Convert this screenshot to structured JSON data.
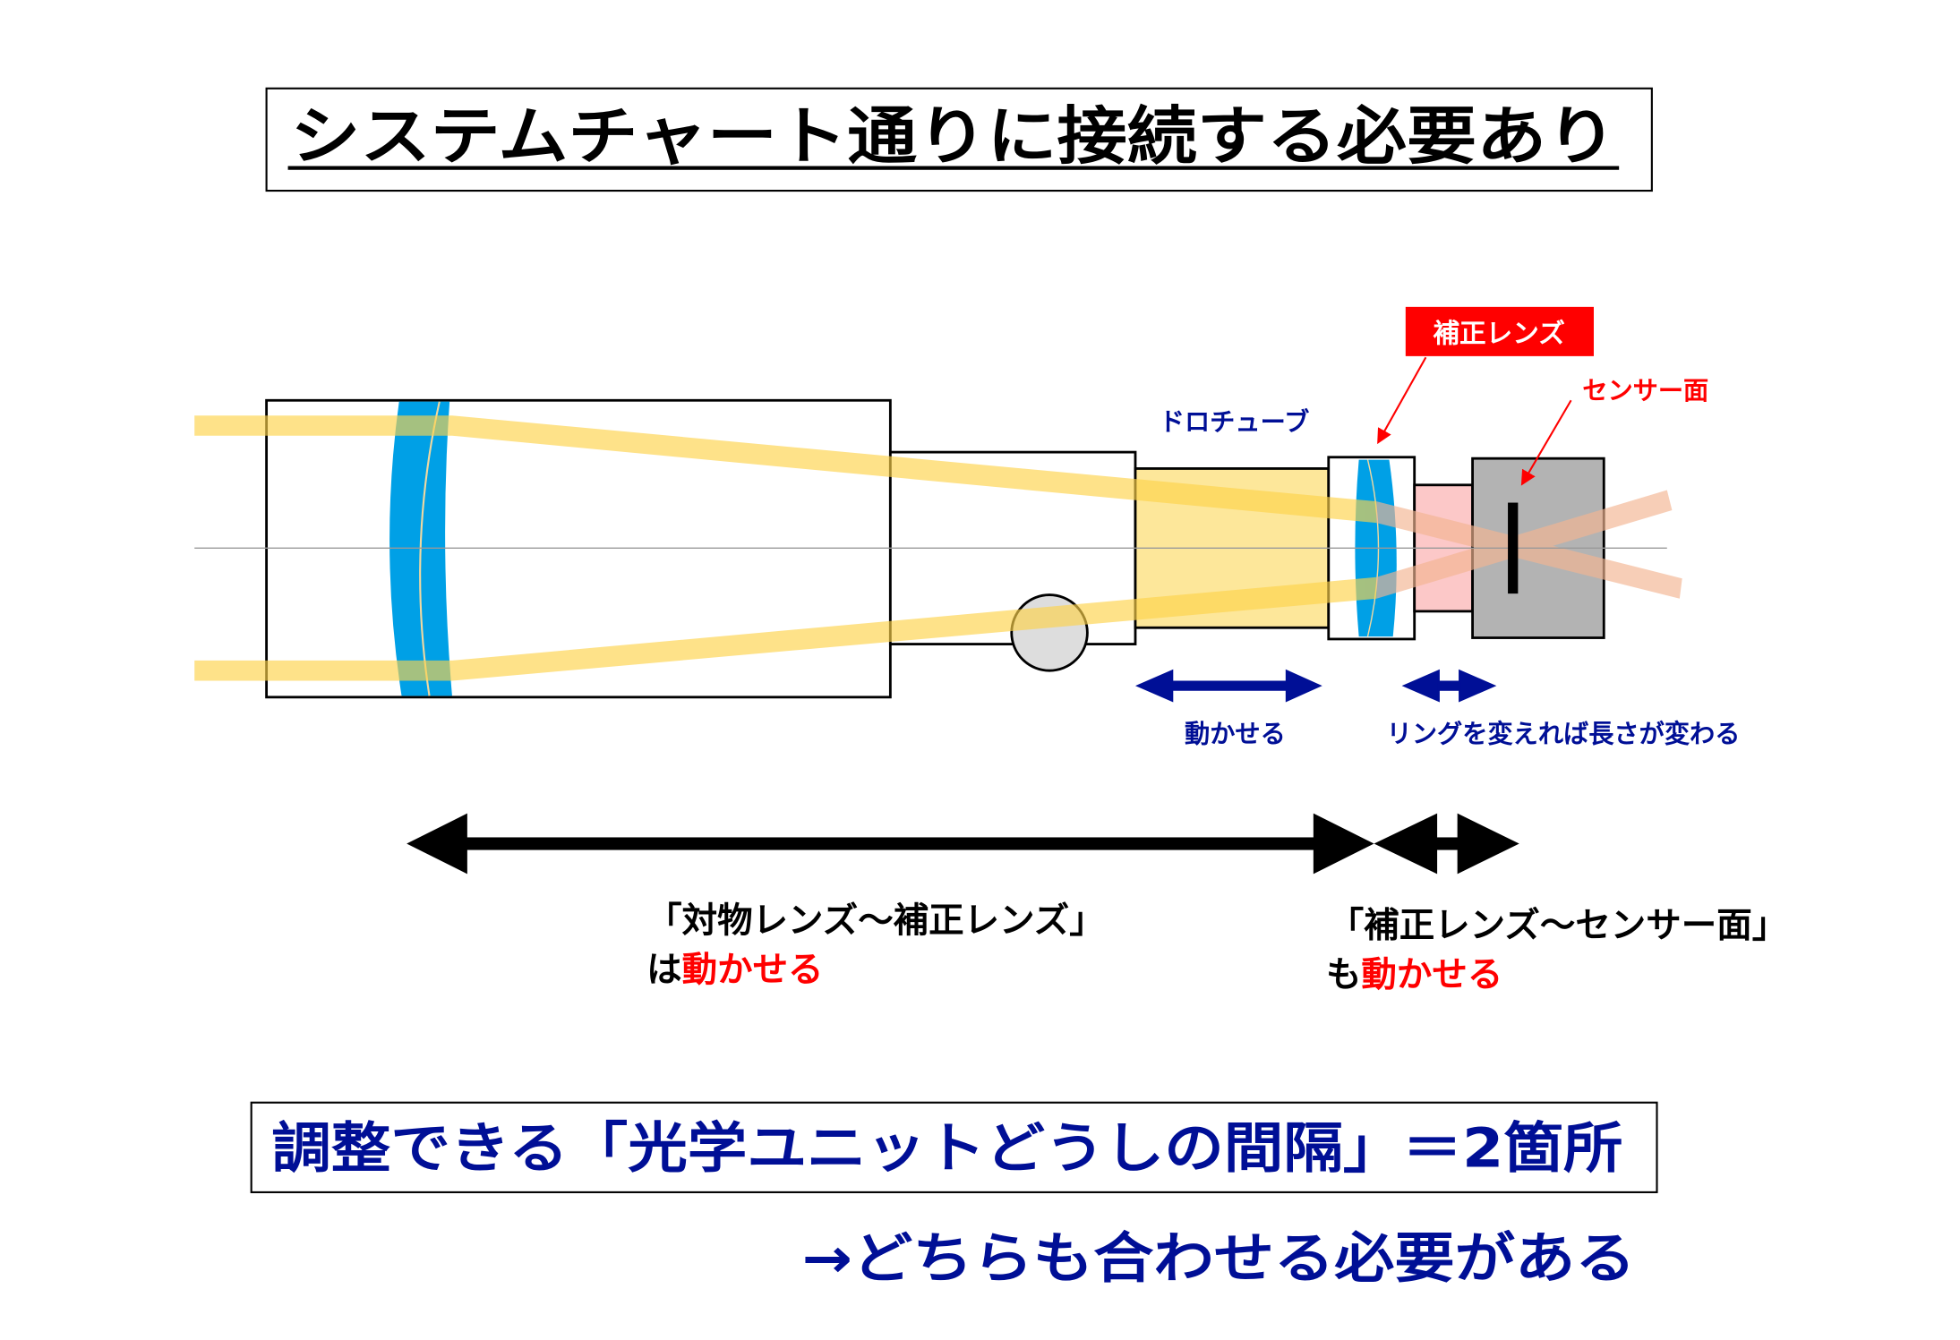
{
  "title": "システムチャート通りに接続する必要あり",
  "labels": {
    "drawtube": "ドロチューブ",
    "corrector_lens": "補正レンズ",
    "sensor_plane": "センサー面",
    "movable": "動かせる",
    "ring_note": "リングを変えれば長さが変わる"
  },
  "notes": {
    "left_line1": "「対物レンズ～補正レンズ」",
    "left_prefix": "は",
    "left_emph": "動かせる",
    "right_line1": "「補正レンズ～センサー面」",
    "right_prefix": "も",
    "right_emph": "動かせる"
  },
  "summary": "調整できる「光学ユニットどうしの間隔」＝2箇所",
  "conclusion": "→どちらも合わせる必要がある",
  "colors": {
    "blue": "#000f96",
    "red": "#ff0000",
    "lens": "#00a0e6",
    "beam": "#fdd24a"
  }
}
